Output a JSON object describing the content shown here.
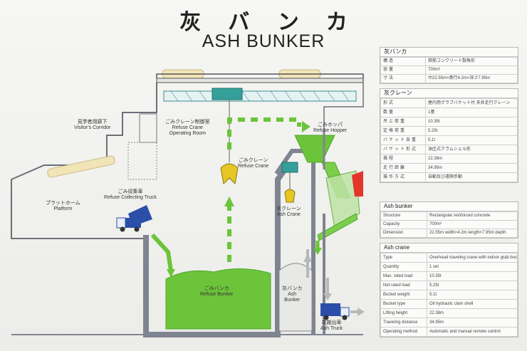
{
  "title_jp": "灰バンカ",
  "title_en": "ASH BUNKER",
  "labels": {
    "visitor_corridor": [
      "見学者用廊下",
      "Visitor's Corridor"
    ],
    "refuse_crane_room": [
      "ごみクレーン制御室",
      "Refuse Crane",
      "Operating Room"
    ],
    "platform": [
      "プラットホーム",
      "Platform"
    ],
    "refuse_truck": [
      "ごみ収集車",
      "Refuse Collecting Truck"
    ],
    "refuse_crane": [
      "ごみクレーン",
      "Refuse Crane"
    ],
    "refuse_hopper": [
      "ごみホッパ",
      "Refuse Hopper"
    ],
    "ash_crane": [
      "灰クレーン",
      "Ash Crane"
    ],
    "refuse_bunker": [
      "ごみバンカ",
      "Refuse Bunker"
    ],
    "ash_bunker": [
      "灰バンカ",
      "Ash",
      "Bunker"
    ],
    "ash_truck": [
      "灰搬出車",
      "Ash Truck"
    ]
  },
  "tables": {
    "ash_bunker_jp": {
      "title": "灰バンカ",
      "rows": [
        [
          "構造",
          "鉄筋コンクリート製角形"
        ],
        [
          "容量",
          "700m³"
        ],
        [
          "寸法",
          "巾22.55m×奥行4.2m×深さ7.95m"
        ]
      ]
    },
    "crane_jp": {
      "title": "灰クレーン",
      "rows": [
        [
          "形式",
          "屋内用グラブバケット付 天井走行クレーン"
        ],
        [
          "数量",
          "1基"
        ],
        [
          "吊上荷重",
          "10.35t"
        ],
        [
          "定格荷重",
          "5.25t"
        ],
        [
          "バケット自重",
          "5.1t"
        ],
        [
          "バケット形式",
          "油圧式クラムシェル形"
        ],
        [
          "揚程",
          "22.38m"
        ],
        [
          "走行距離",
          "34.95m"
        ],
        [
          "操作方式",
          "自動及び遠隔手動"
        ]
      ]
    },
    "ash_bunker_en": {
      "title": "Ash bunker",
      "rows": [
        [
          "Structure",
          "Rectangular reinforced concrete"
        ],
        [
          "Capacity",
          "700m³"
        ],
        [
          "Dimension",
          "22.55m width×4.2m length×7.95m depth"
        ]
      ]
    },
    "ash_crane_en": {
      "title": "Ash crane",
      "rows": [
        [
          "Type",
          "Overhead traveling crane with indoor grab bucket"
        ],
        [
          "Quantity",
          "1 set"
        ],
        [
          "Max. rated load",
          "10.35t"
        ],
        [
          "Net rated load",
          "5.25t"
        ],
        [
          "Bucket weight",
          "5.1t"
        ],
        [
          "Bucket type",
          "Oil hydraulic clam shell"
        ],
        [
          "Lifting height",
          "22.38m"
        ],
        [
          "Traveling distance",
          "34.95m"
        ],
        [
          "Operating method",
          "Automatic and manual remote control"
        ]
      ]
    }
  },
  "colors": {
    "green": "#6cc43a",
    "green_dark": "#4ea62a",
    "wall": "#7f8590",
    "structure": "#2b6d8f",
    "truck_blue": "#2b4fa8",
    "hot_red": "#e2362a"
  }
}
